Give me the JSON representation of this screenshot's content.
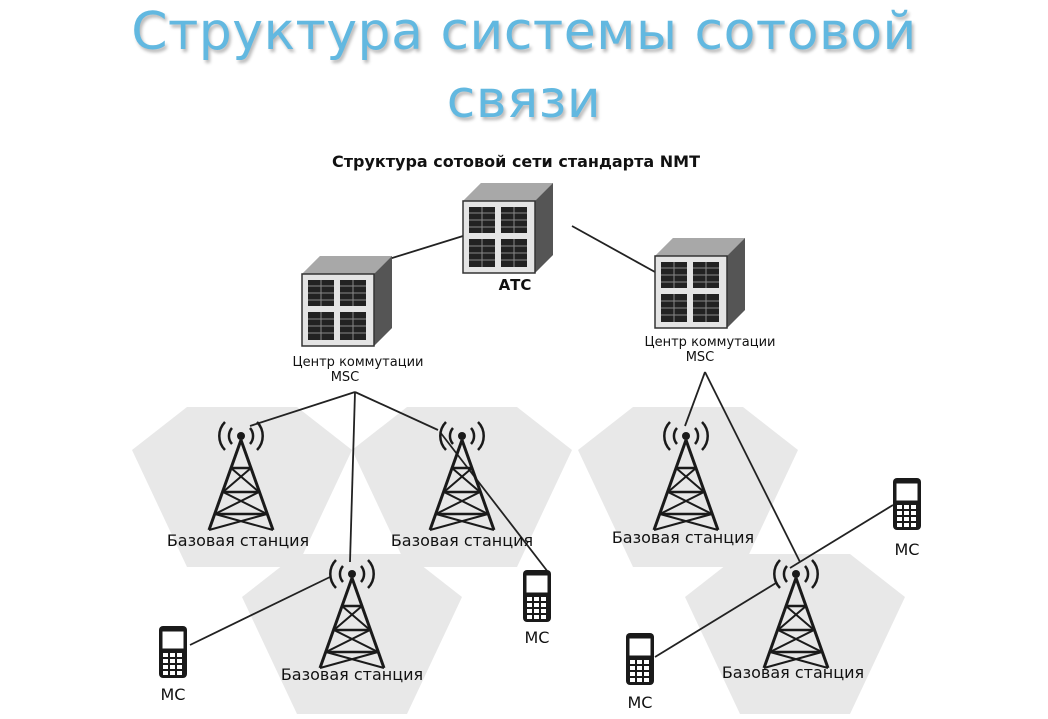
{
  "title_line1": "Структура системы сотовой",
  "title_line2": "связи",
  "subtitle": "Структура сотовой сети стандарта NMT",
  "labels": {
    "atc": "АТС",
    "switch_center_line1": "Центр коммутации",
    "switch_center_line2": "MSC",
    "base_station": "Базовая станция",
    "mobile": "МС"
  },
  "colors": {
    "title": "#62b8e0",
    "cell": "#e8e8e8",
    "equipment": "#2a2a2a"
  }
}
